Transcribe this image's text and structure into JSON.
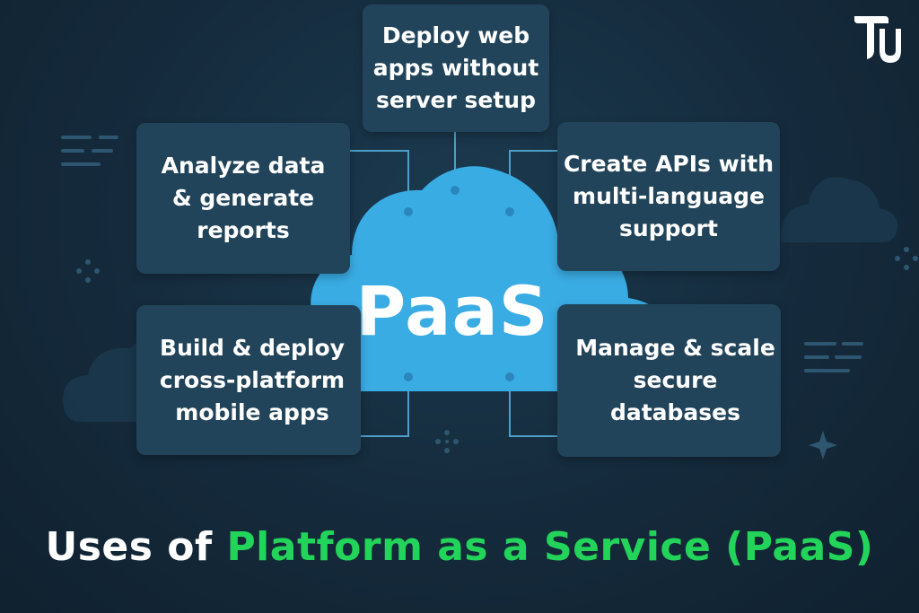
{
  "center": {
    "label": "PaaS"
  },
  "cards": {
    "top": "Deploy web\napps without\nserver setup",
    "top_left": "Analyze data\n& generate\nreports",
    "top_right": "Create APIs with\nmulti-language\nsupport",
    "bottom_left": "Build & deploy\ncross-platform\nmobile apps",
    "bottom_right": "Manage & scale\nsecure\ndatabases"
  },
  "headline": {
    "prefix": "Uses of ",
    "highlight": "Platform as a Service (PaaS)"
  },
  "colors": {
    "background": "#142a3a",
    "card": "#21445a",
    "cloud": "#3aace4",
    "connector": "#4f9ec8",
    "accent": "#22d45a",
    "text": "#ffffff"
  },
  "icons": {
    "brand_logo": "tu-logo-icon",
    "sparkle": "sparkle-icon",
    "dots": "dot-cluster-icon"
  }
}
